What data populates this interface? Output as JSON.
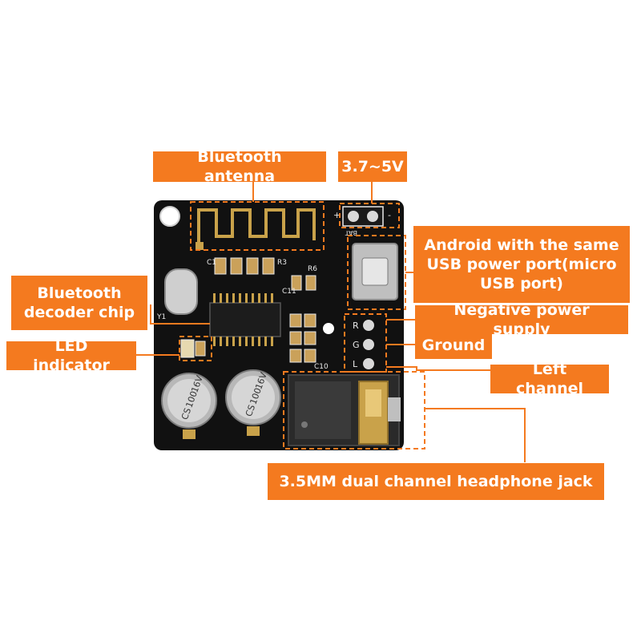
{
  "labels": {
    "antenna": "Bluetooth antenna",
    "voltage": "3.7~5V",
    "usb": "Android with the same\nUSB power port(micro\nUSB port)",
    "decoder": "Bluetooth\ndecoder chip",
    "led": "LED indicator",
    "negative": "Negative power supply",
    "ground": "Ground",
    "left": "Left channel",
    "jack": "3.5MM dual channel headphone jack"
  },
  "board_markings": {
    "plus": "+",
    "minus": "-",
    "bat": "BAT",
    "c1": "C1",
    "r3": "R3",
    "r6": "R6",
    "c11": "C11",
    "y1": "Y1",
    "r": "R",
    "g": "G",
    "l": "L",
    "c10": "C10",
    "cap1_brand": "CS",
    "cap1_value": "100",
    "cap1_voltage": "16V",
    "cap2_brand": "CS",
    "cap2_value": "100",
    "cap2_voltage": "16V"
  },
  "colors": {
    "accent": "#f47a1f",
    "board": "#111111",
    "silkscreen": "#e8e8e8",
    "gold": "#c9a24a"
  }
}
